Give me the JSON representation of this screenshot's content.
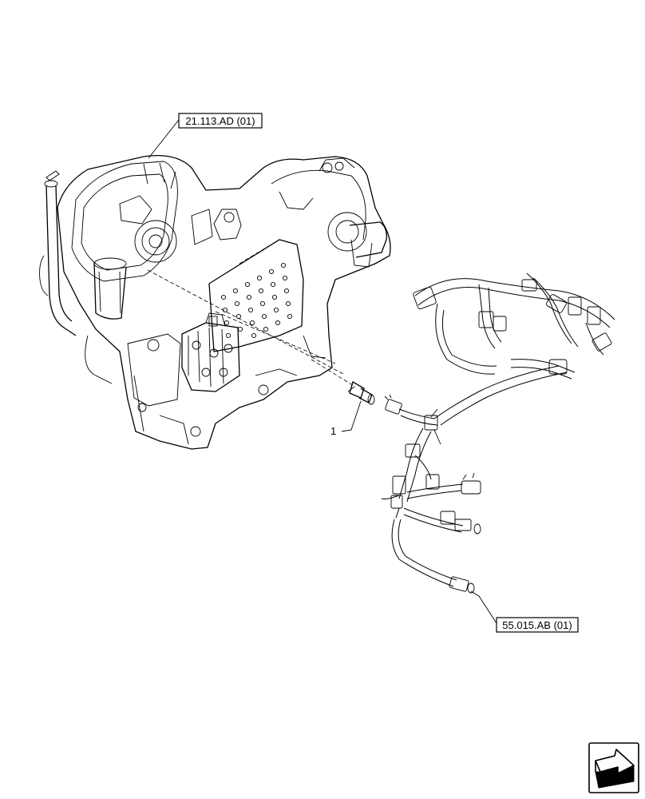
{
  "callouts": {
    "transmission_ref": "21.113.AD (01)",
    "harness_ref": "55.015.AB (01)"
  },
  "parts": {
    "sensor_item": "1"
  },
  "icons": {
    "nav_icon": "next-page-arrow-icon"
  },
  "colors": {
    "line": "#000000",
    "background": "#ffffff"
  }
}
